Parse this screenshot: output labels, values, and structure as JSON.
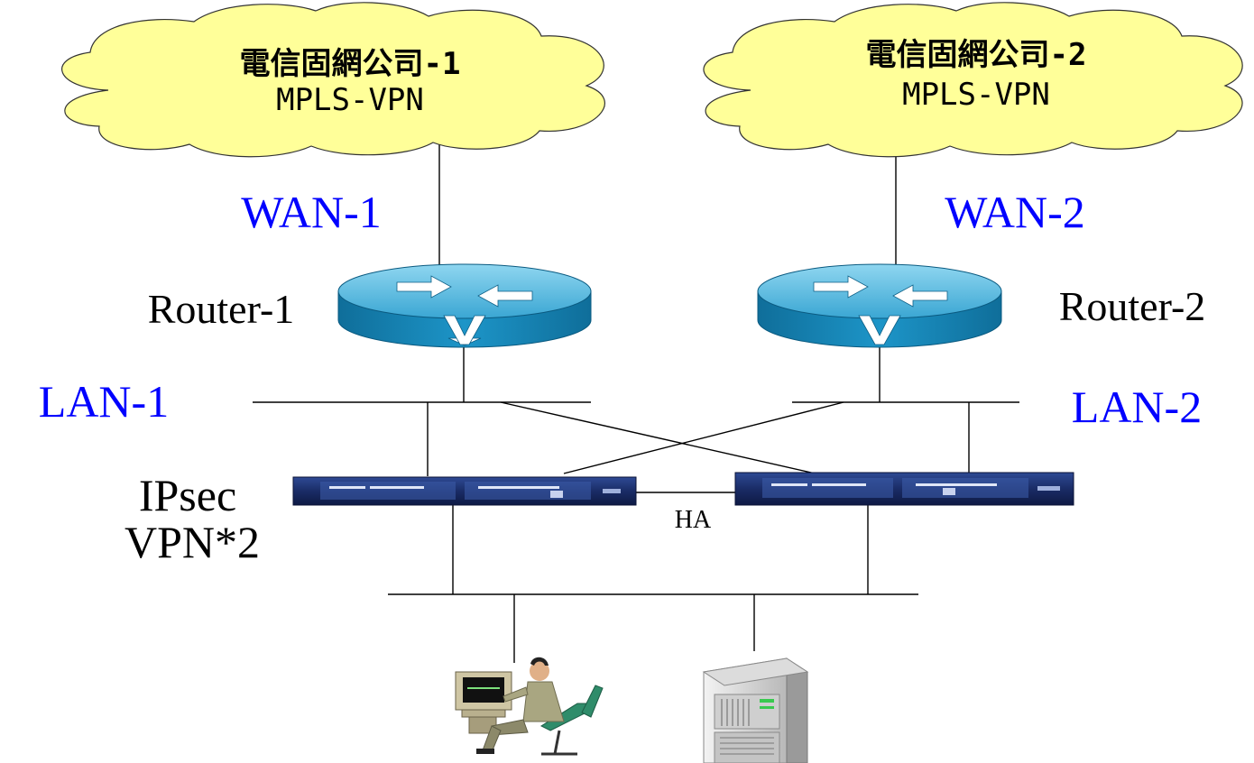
{
  "clouds": [
    {
      "line1": "電信固網公司-1",
      "line2": "MPLS-VPN"
    },
    {
      "line1": "電信固網公司-2",
      "line2": "MPLS-VPN"
    }
  ],
  "wan_labels": [
    "WAN-1",
    "WAN-2"
  ],
  "routers": [
    "Router-1",
    "Router-2"
  ],
  "lan_labels": [
    "LAN-1",
    "LAN-2"
  ],
  "vpn_label": {
    "line1": "IPsec",
    "line2": "VPN*2"
  },
  "ha_label": "HA",
  "colors": {
    "cloud_fill": "#ffff99",
    "wan_lan_text": "#0000ff",
    "router_body": "#1a8fc0",
    "router_top": "#6cc6e8",
    "appliance": "#1b2f6b",
    "line": "#000000"
  },
  "icons": {
    "router": "router-icon",
    "vpn": "vpn-appliance-icon",
    "workstation": "user-workstation-icon",
    "server": "server-tower-icon"
  }
}
